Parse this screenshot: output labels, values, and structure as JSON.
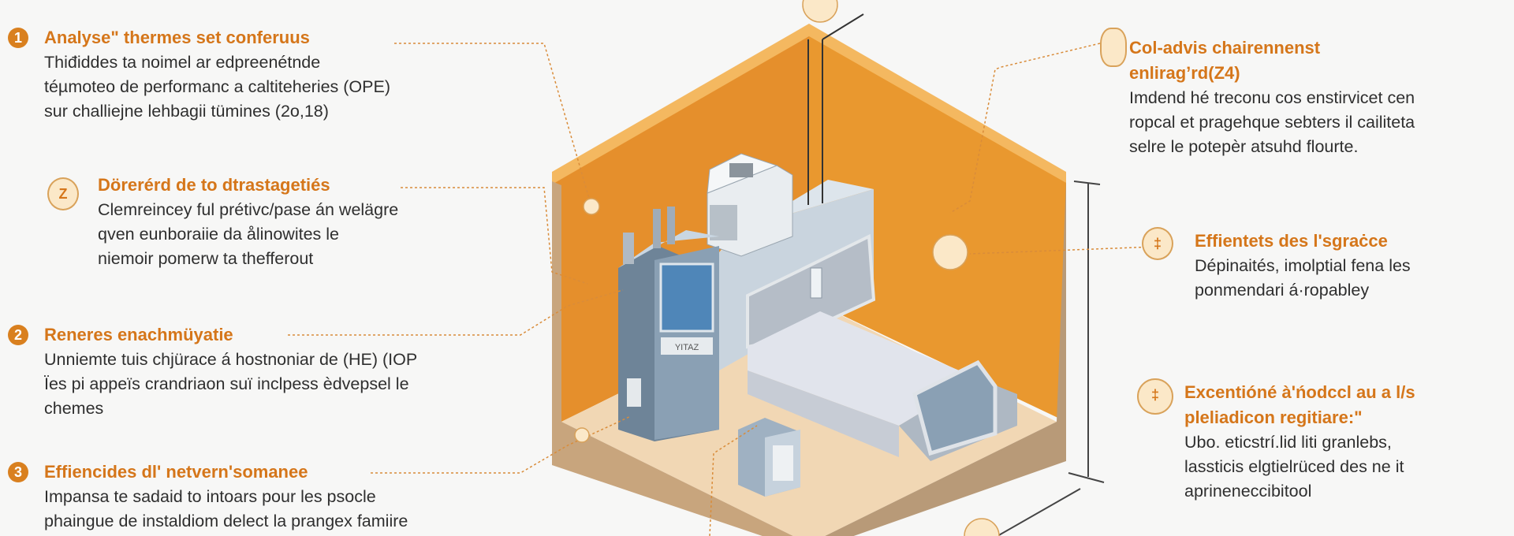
{
  "left": [
    {
      "marker": "1",
      "title": "Analyse\" thermes set conferuus",
      "body": [
        "Thiđiddes ta noimel ar edpreenétnde",
        "téµmoteo de performanc a caltiteheries (OPE)",
        "sur challiejne lehbagii tümines (2o,18)"
      ]
    },
    {
      "marker": "Z",
      "title": "Dörerérd de to dtrastagetiés",
      "body": [
        "Clemreincey ful prétivc/pase án welägre",
        "qven eunboraiie da ålinowites le",
        "niemoir pomerw ta thefferout"
      ]
    },
    {
      "marker": "2",
      "title": "Reneres enachmüyatie",
      "body": [
        "Unniemte tuis chjürace á hostnoniar de (HE) (IOP",
        "Ïes pi appeïs crandriaon suï inclpess èdvepsel le",
        "chemes"
      ]
    },
    {
      "marker": "3",
      "title": "Effiencides dl' netvern'somanee",
      "body": [
        "Impansa te sadaid to intoars pour les psocle",
        "phaingue de instaldiom delect la prangex famiire"
      ]
    }
  ],
  "right": [
    {
      "marker": "",
      "title": [
        "Col-advis chairennenst",
        "enliragʼrd(Z4)"
      ],
      "body": [
        "Imdend hé treconu cos enstirvicet cen",
        "ropcal et pragehque sebters il cailiteta",
        "selre le potepèr atsuhd flourte."
      ]
    },
    {
      "marker": "‡",
      "title": [
        "Effientets des l'sgraċce"
      ],
      "body": [
        "Dépinaités, imolptial fena les",
        "ponmendari á·ropabley"
      ]
    },
    {
      "marker": "‡",
      "title": [
        "Excentióné à'ńodccl au a l/s",
        "pleliadicon regitiare:\""
      ],
      "body": [
        "Ubo. eticstrí.lid liti granlebs,",
        "lassticis elgtielrüced des ne it",
        "aprineneccibitool"
      ]
    }
  ],
  "illustration": {
    "unit_label": "YITAZ"
  },
  "colors": {
    "accent": "#d5761a",
    "wall": "#e8962f",
    "floor": "#f1d7b4",
    "unit": "#8aa0b4"
  }
}
